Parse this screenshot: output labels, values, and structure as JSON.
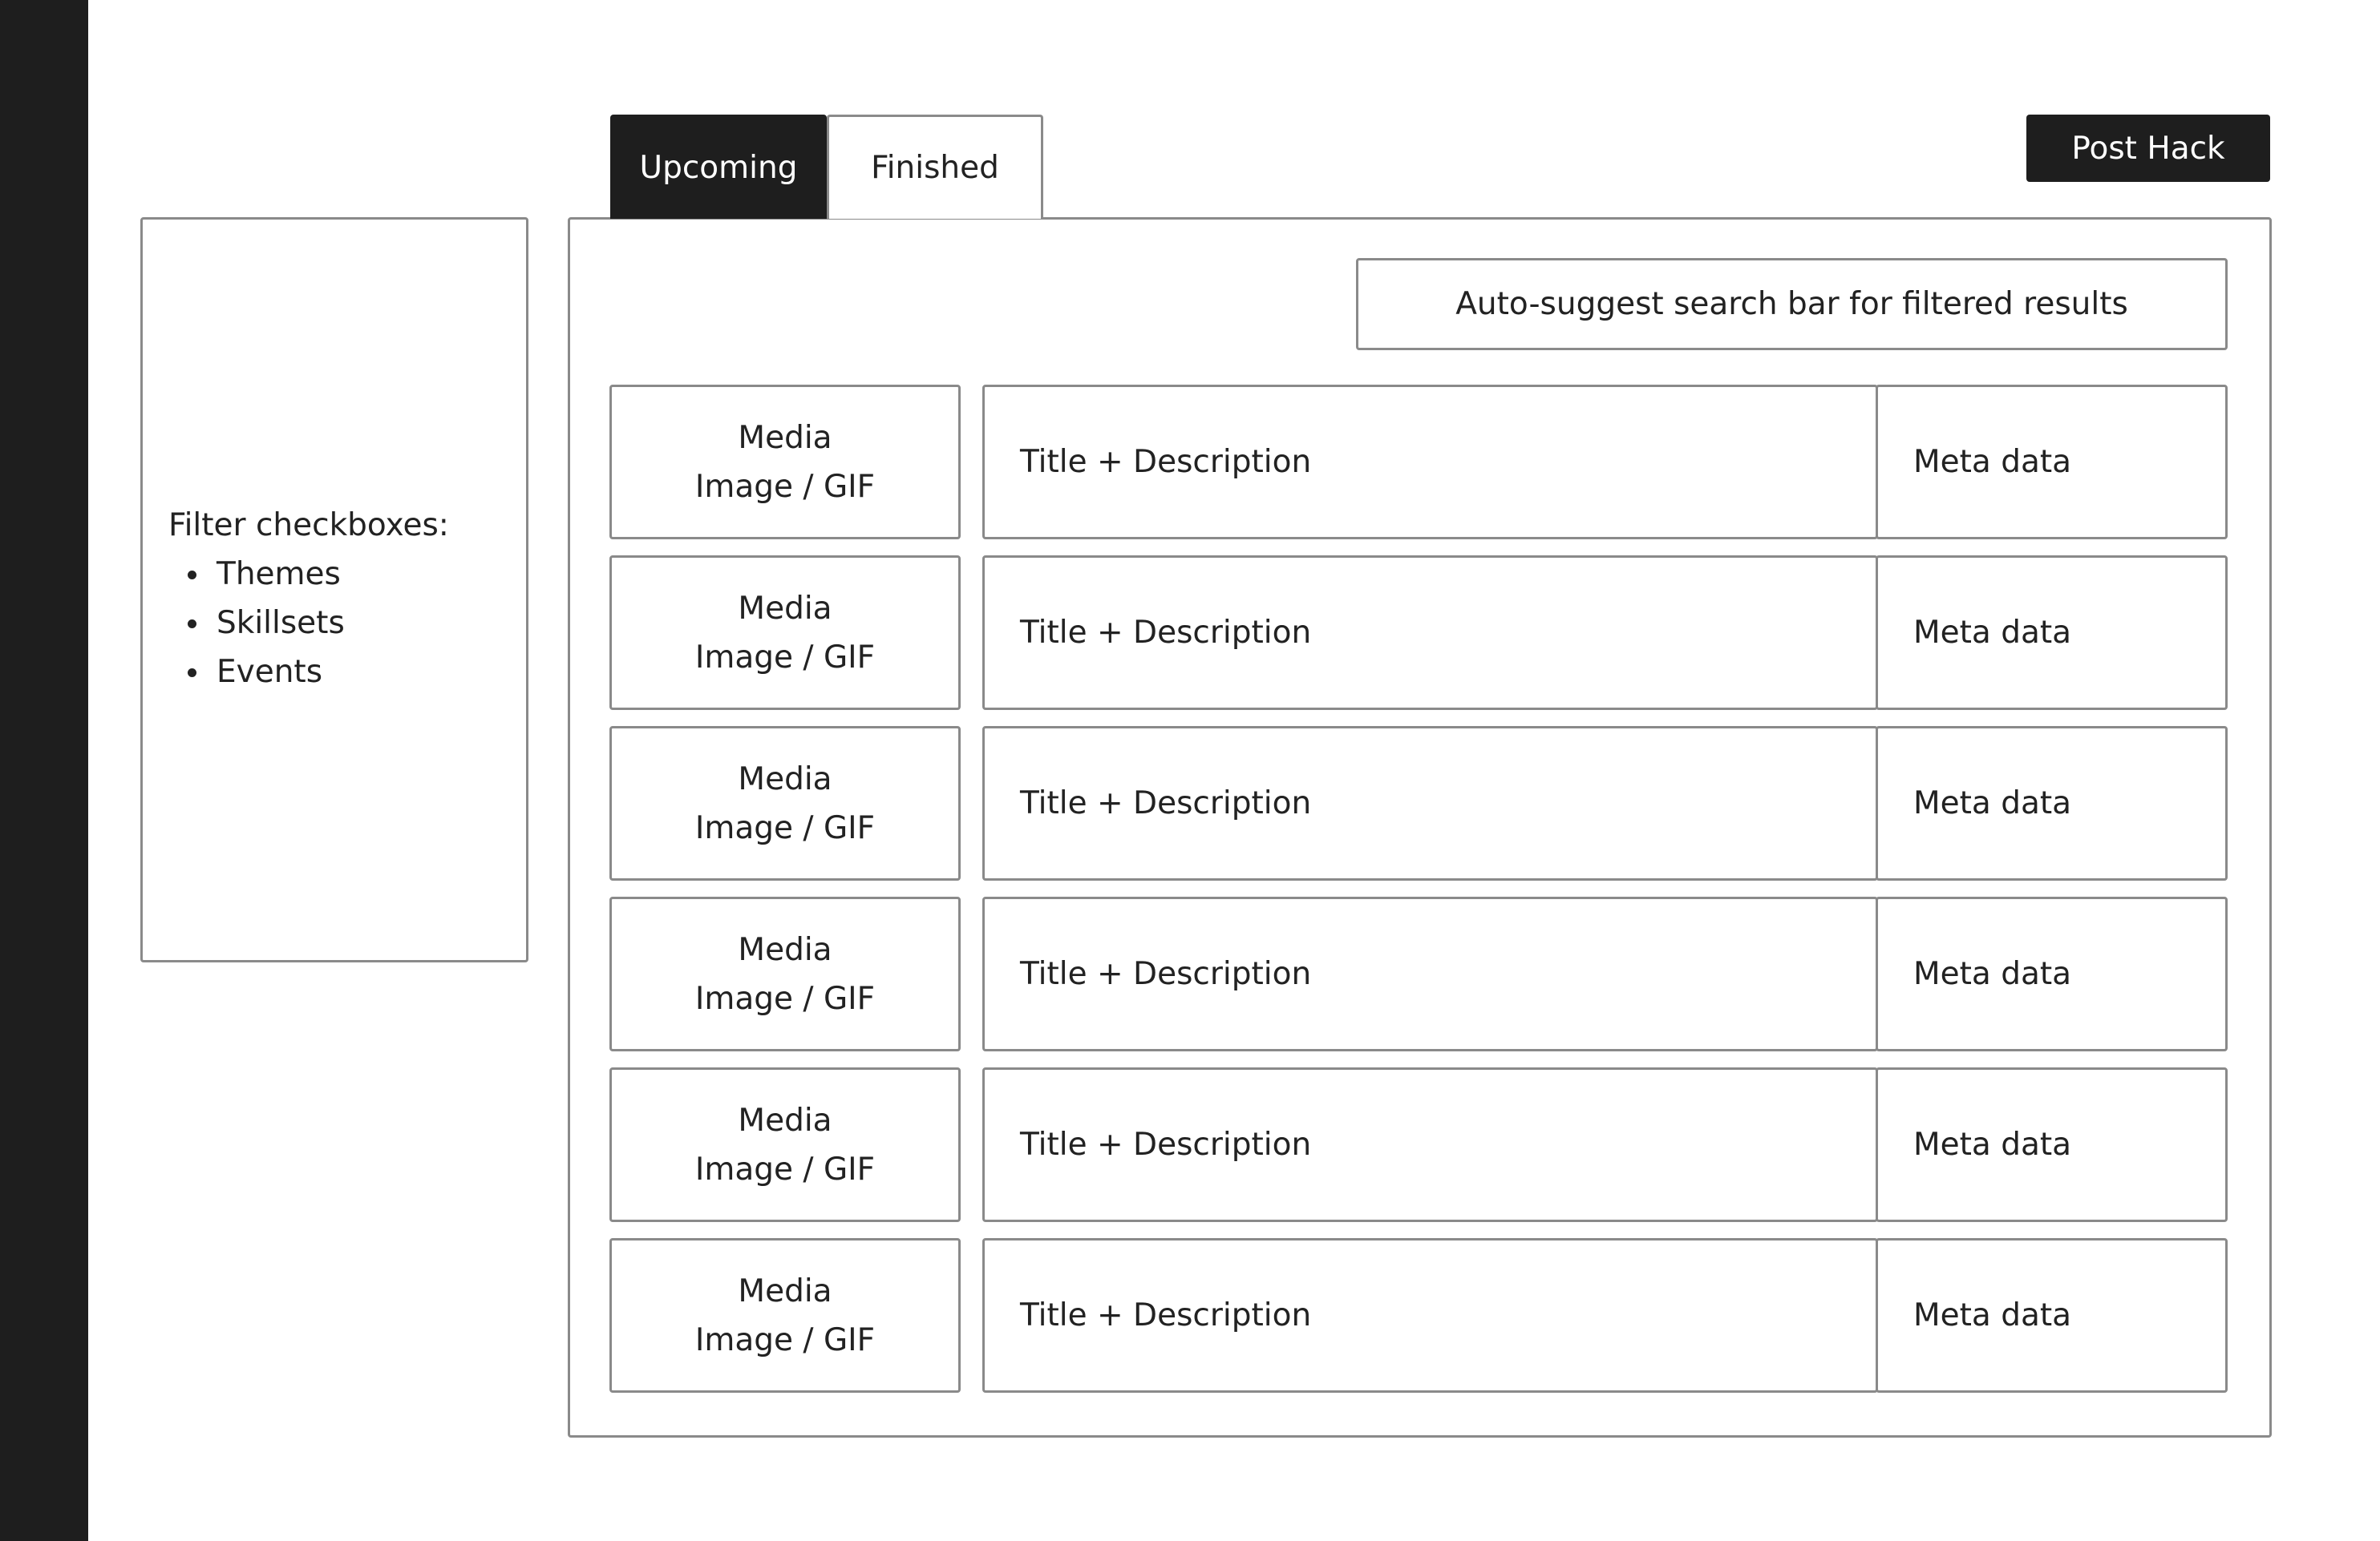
{
  "filters": {
    "heading": "Filter checkboxes:",
    "items": [
      "Themes",
      "Skillsets",
      "Events"
    ]
  },
  "tabs": {
    "upcoming": "Upcoming",
    "finished": "Finished",
    "active": "Upcoming"
  },
  "header": {
    "post_button": "Post Hack"
  },
  "search": {
    "label": "Auto-suggest search bar for filtered results"
  },
  "results": [
    {
      "media_line1": "Media",
      "media_line2": "Image / GIF",
      "title": "Title + Description",
      "meta": "Meta data"
    },
    {
      "media_line1": "Media",
      "media_line2": "Image / GIF",
      "title": "Title + Description",
      "meta": "Meta data"
    },
    {
      "media_line1": "Media",
      "media_line2": "Image / GIF",
      "title": "Title + Description",
      "meta": "Meta data"
    },
    {
      "media_line1": "Media",
      "media_line2": "Image / GIF",
      "title": "Title + Description",
      "meta": "Meta data"
    },
    {
      "media_line1": "Media",
      "media_line2": "Image / GIF",
      "title": "Title + Description",
      "meta": "Meta data"
    },
    {
      "media_line1": "Media",
      "media_line2": "Image / GIF",
      "title": "Title + Description",
      "meta": "Meta data"
    }
  ],
  "colors": {
    "dark": "#1e1e1e",
    "border": "#8a8a8a",
    "background": "#ffffff"
  }
}
